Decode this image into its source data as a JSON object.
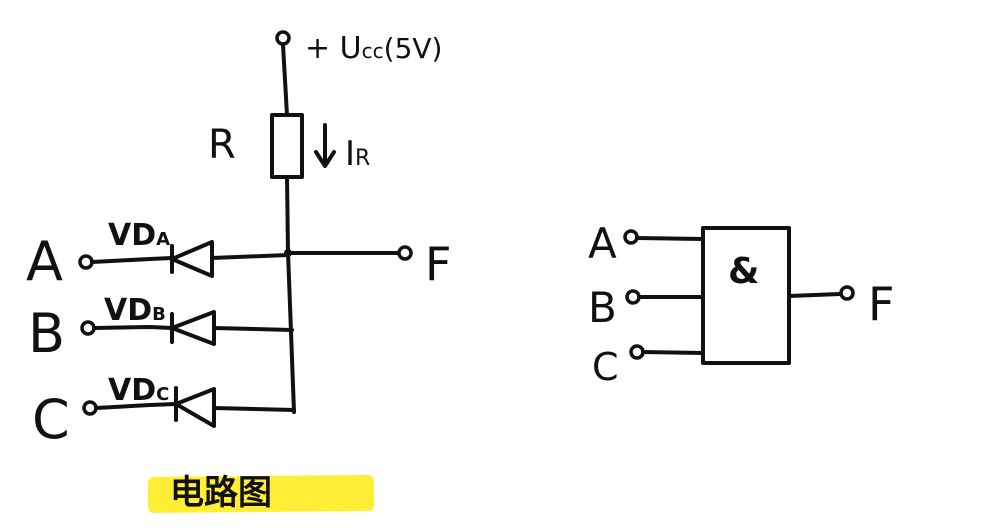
{
  "circuit": {
    "supply_label": "+ U",
    "supply_sub": "cc",
    "supply_value": "(5V)",
    "resistor_label": "R",
    "current_label": "I",
    "current_sub": "R",
    "inputs": [
      {
        "label": "A",
        "diode_label": "VD",
        "diode_sub": "A"
      },
      {
        "label": "B",
        "diode_label": "VD",
        "diode_sub": "B"
      },
      {
        "label": "C",
        "diode_label": "VD",
        "diode_sub": "C"
      }
    ],
    "output_label": "F",
    "caption": "电路图"
  },
  "gate": {
    "symbol": "&",
    "inputs": [
      "A",
      "B",
      "C"
    ],
    "output_label": "F"
  },
  "colors": {
    "ink": "#111111",
    "highlight": "#ffee33"
  }
}
